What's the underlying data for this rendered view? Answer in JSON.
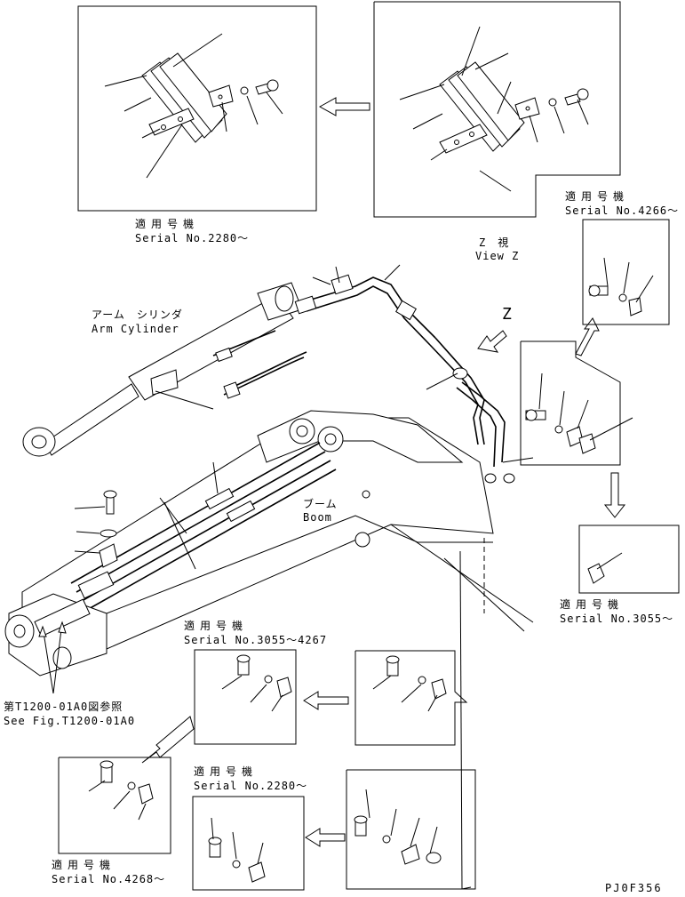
{
  "diagram": {
    "drawing_code": "PJ0F356",
    "reference_letter": "Z",
    "labels": {
      "arm_cylinder_ja": "アーム　シリンダ",
      "arm_cylinder_en": "Arm Cylinder",
      "boom_ja": "ブーム",
      "boom_en": "Boom",
      "view_z_ja": "Z　視",
      "view_z_en": "View Z",
      "see_fig_ja": "第T1200-01A0図参照",
      "see_fig_en": "See Fig.T1200-01A0"
    },
    "applicability": [
      {
        "heading": "適用号機",
        "serial": "Serial No.2280〜"
      },
      {
        "heading": "適用号機",
        "serial": "Serial No.4266〜"
      },
      {
        "heading": "適用号機",
        "serial": "Serial No.3055〜"
      },
      {
        "heading": "適用号機",
        "serial": "Serial No.3055〜4267"
      },
      {
        "heading": "適用号機",
        "serial": "Serial No.4268〜"
      },
      {
        "heading": "適用号機",
        "serial": "Serial No.2280〜"
      }
    ]
  }
}
